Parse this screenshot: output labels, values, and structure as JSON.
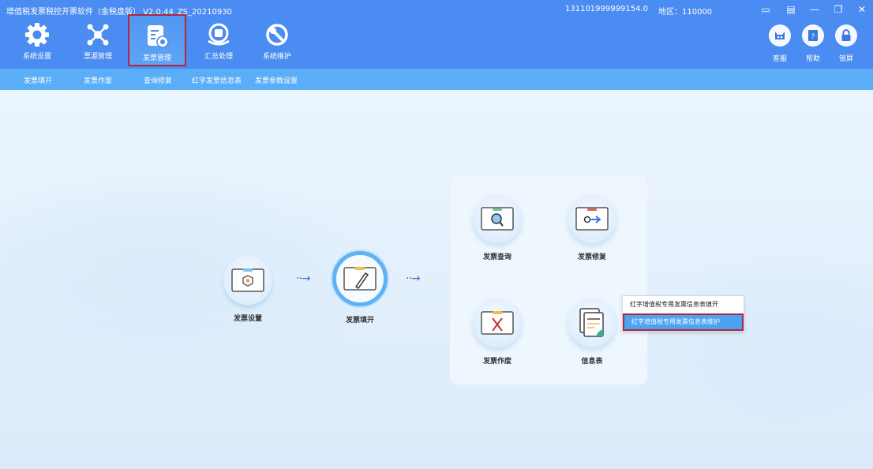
{
  "window": {
    "title": "增值税发票税控开票软件（金税盘版） V2.0.44_ZS_20210930",
    "tax_id": "131101999999154.0",
    "region_label": "地区：110000",
    "controls": {
      "message": "▭",
      "menu": "▤",
      "minimize": "—",
      "restore": "❐",
      "close": "✕"
    }
  },
  "toolbar": {
    "items": [
      {
        "label": "系统设置",
        "icon": "gear-icon"
      },
      {
        "label": "票源管理",
        "icon": "network-icon"
      },
      {
        "label": "发票管理",
        "icon": "invoice-doc-icon",
        "active": true
      },
      {
        "label": "汇总处理",
        "icon": "summary-icon"
      },
      {
        "label": "系统维护",
        "icon": "wrench-icon"
      }
    ],
    "right": [
      {
        "label": "客服",
        "icon": "customer-service-icon"
      },
      {
        "label": "帮助",
        "icon": "help-book-icon"
      },
      {
        "label": "锁屏",
        "icon": "lock-icon"
      }
    ]
  },
  "subnav": {
    "items": [
      "发票填开",
      "发票作废",
      "查询修复",
      "红字发票信息表",
      "发票参数设置"
    ]
  },
  "flow": {
    "nodes": [
      {
        "label": "发票设置",
        "icon": "invoice-settings-icon"
      },
      {
        "label": "发票填开",
        "icon": "invoice-edit-icon",
        "highlighted": true
      }
    ],
    "arrow": "··→",
    "panel": [
      {
        "label": "发票查询",
        "icon": "invoice-search-icon"
      },
      {
        "label": "发票修复",
        "icon": "invoice-repair-icon"
      },
      {
        "label": "发票作废",
        "icon": "invoice-void-icon"
      },
      {
        "label": "信息表",
        "icon": "info-table-icon"
      }
    ]
  },
  "popup_menu": {
    "items": [
      {
        "label": "红字增值税专用发票信息表填开",
        "selected": false
      },
      {
        "label": "红字增值税专用发票信息表维护",
        "selected": true
      }
    ]
  },
  "colors": {
    "header": "#4a8cf1",
    "subnav": "#5aadf7",
    "active_border": "#b0283c",
    "menu_selected": "#4ca3f1"
  }
}
